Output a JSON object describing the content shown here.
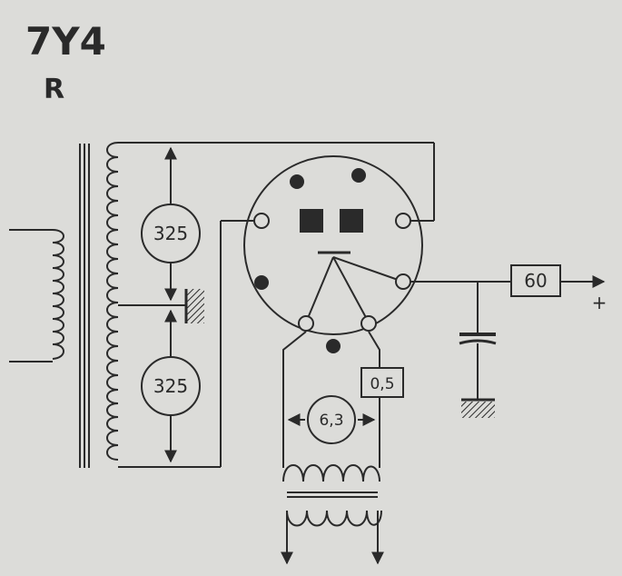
{
  "tube": {
    "type": "7Y4",
    "variant": "R"
  },
  "voltages": {
    "upper": "325",
    "lower": "325",
    "filament": "6,3"
  },
  "currents": {
    "output": "60",
    "filament": "0,5"
  },
  "output_sign": "+",
  "colors": {
    "background": "#dcdcd9",
    "ink": "#2a2a2a"
  }
}
